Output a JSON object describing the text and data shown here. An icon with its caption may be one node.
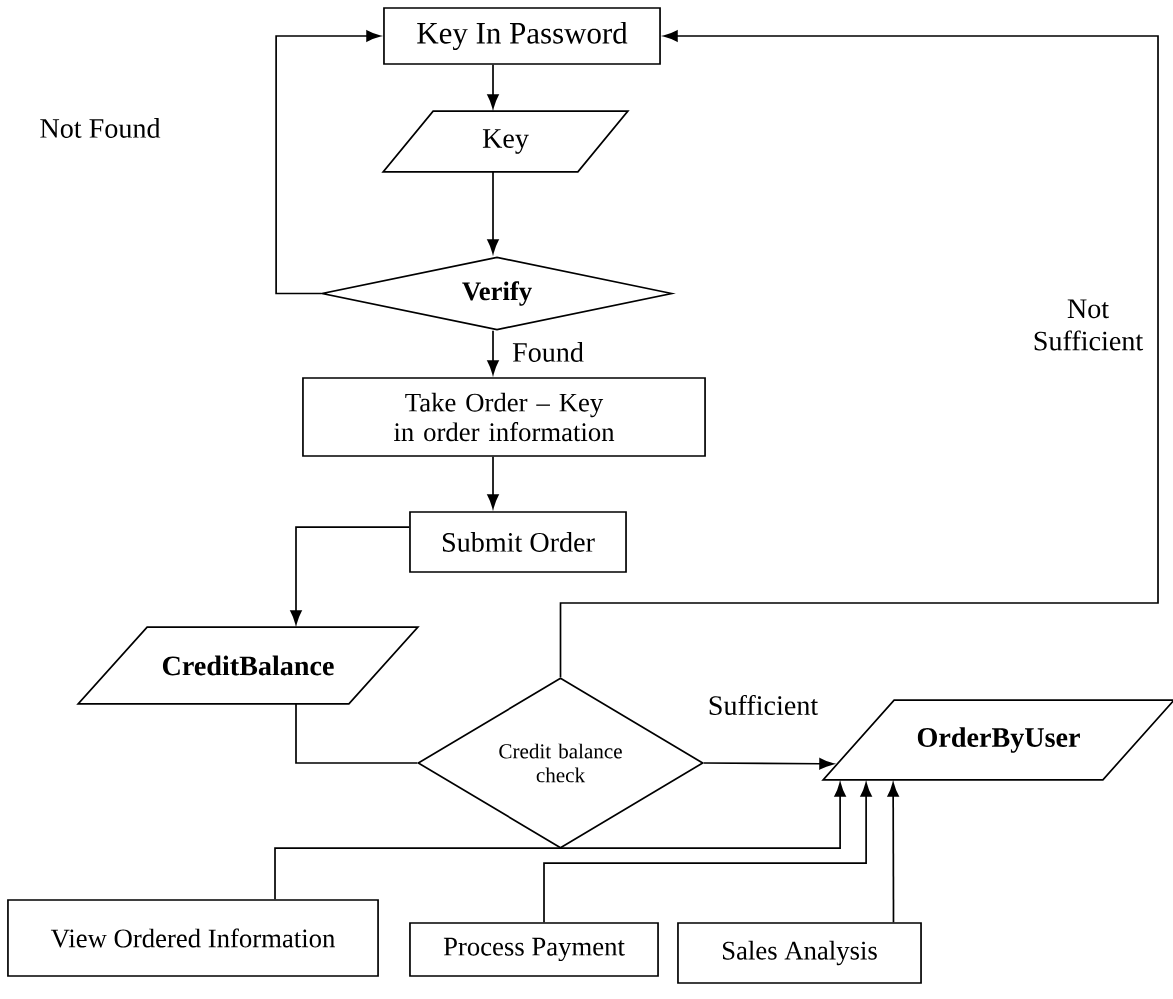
{
  "diagram": {
    "nodes": [
      {
        "text": [
          "Key In Password"
        ]
      },
      {
        "text": [
          "Key"
        ]
      },
      {
        "text": [
          "Verify"
        ]
      },
      {
        "text": [
          "Take Order – Key in order information"
        ]
      },
      {
        "text": [
          "Submit Order"
        ]
      },
      {
        "text": [
          "CreditBalance"
        ]
      },
      {
        "text": [
          "Credit balance check"
        ]
      },
      {
        "text": [
          "OrderByUser"
        ]
      },
      {
        "text": [
          "View Ordered Information"
        ]
      },
      {
        "text": [
          "Process Payment"
        ]
      },
      {
        "text": [
          "Sales Analysis"
        ]
      }
    ],
    "edges": [
      {
        "from": 0,
        "to": 1,
        "arrow": "to"
      },
      {
        "from": 1,
        "to": 2,
        "arrow": "to"
      },
      {
        "from": 2,
        "to": 0,
        "arrow": "to",
        "label": "Not Found"
      },
      {
        "from": 2,
        "to": 3,
        "arrow": "to",
        "label": "Found"
      },
      {
        "from": 3,
        "to": 4,
        "arrow": "to"
      },
      {
        "from": 4,
        "to": 5,
        "arrow": "to"
      },
      {
        "from": 5,
        "to": 6,
        "arrow": "none"
      },
      {
        "from": 6,
        "to": 7,
        "arrow": "to",
        "label": "Sufficient"
      },
      {
        "from": 6,
        "to": 0,
        "arrow": "to",
        "label": "Not Sufficient"
      },
      {
        "from": 8,
        "to": 7,
        "arrow": "to"
      },
      {
        "from": 9,
        "to": 7,
        "arrow": "to"
      },
      {
        "from": 10,
        "to": 7,
        "arrow": "to"
      }
    ]
  }
}
